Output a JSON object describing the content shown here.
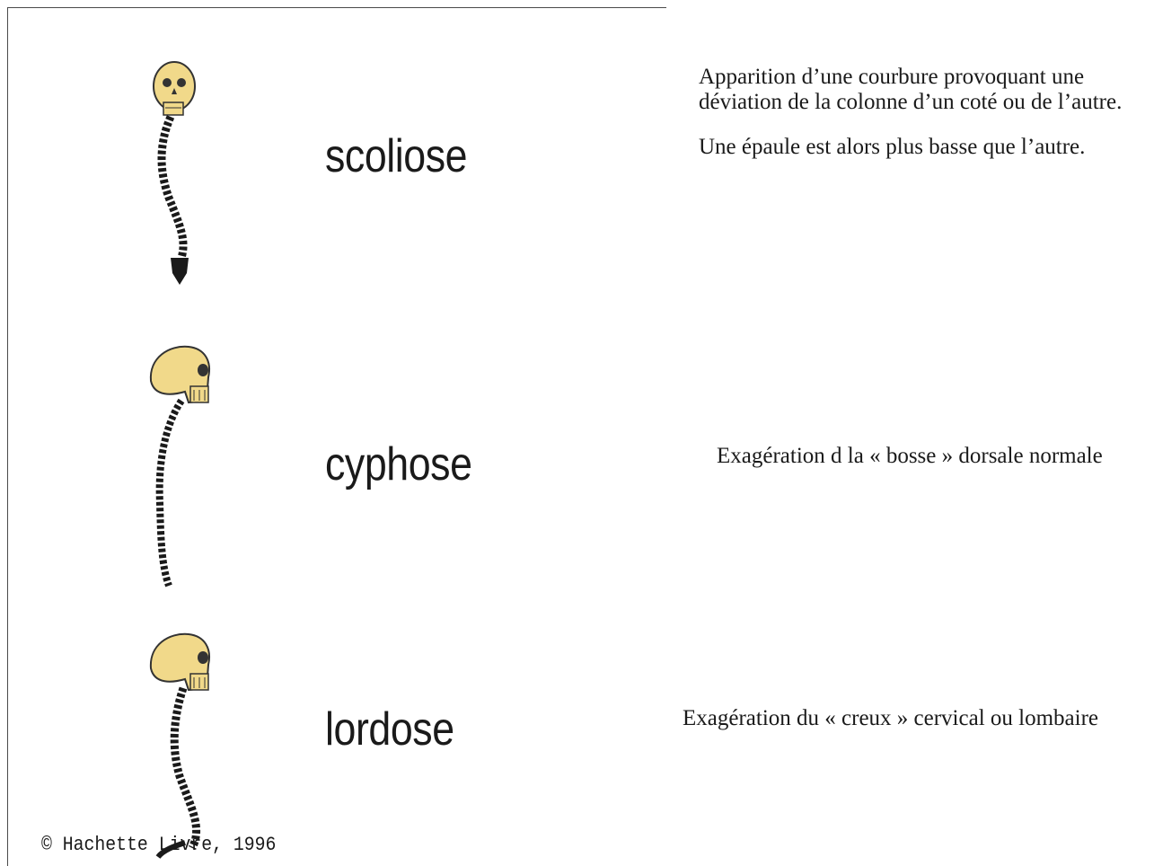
{
  "conditions": [
    {
      "label": "scoliose",
      "description": [
        "Apparition d’une courbure provoquant une déviation de la colonne d’un coté ou de l’autre.",
        "Une épaule est alors plus basse que l’autre."
      ]
    },
    {
      "label": "cyphose",
      "description": [
        "Exagération d la « bosse » dorsale normale"
      ]
    },
    {
      "label": "lordose",
      "description": [
        "Exagération du « creux » cervical ou lombaire"
      ]
    }
  ],
  "copyright": "© Hachette Livre, 1996",
  "colors": {
    "skull": "#f1d98a",
    "spine": "#1a1a1a",
    "frame": "#4a4a4a",
    "text": "#1a1a1a"
  }
}
